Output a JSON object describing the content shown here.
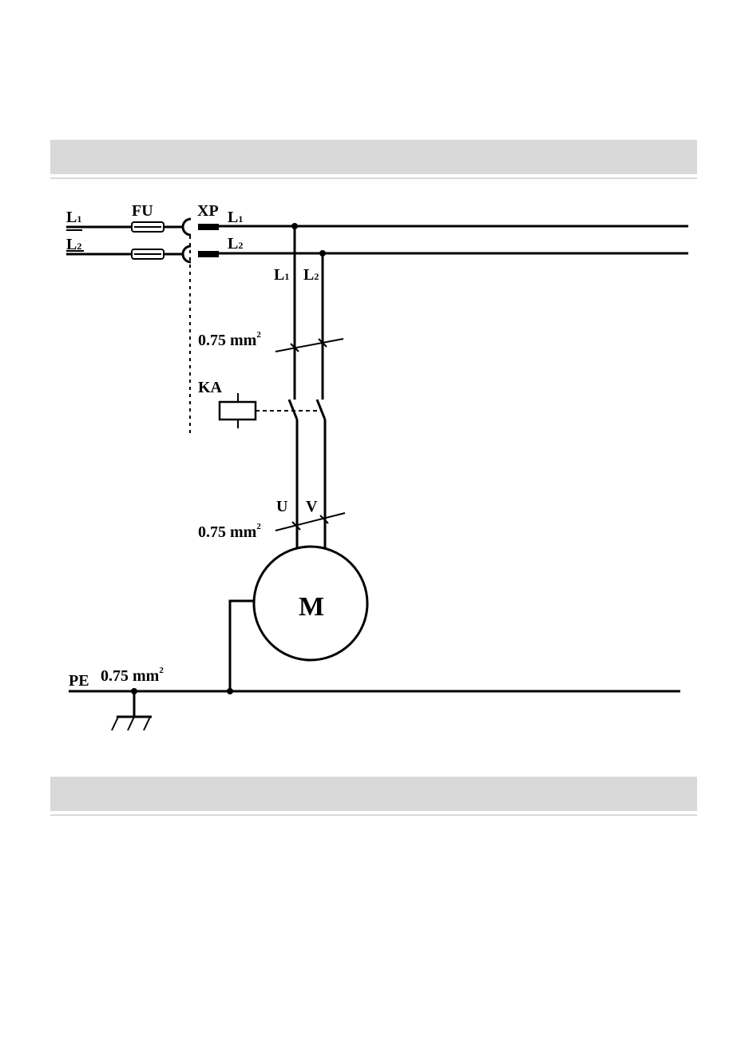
{
  "labels": {
    "line1_in": "L",
    "line1_in_sub": "1",
    "line2_in": "L",
    "line2_in_sub": "2",
    "fuse": "FU",
    "plug": "XP",
    "line1_out": "L",
    "line1_out_sub": "1",
    "line2_out": "L",
    "line2_out_sub": "2",
    "drop1": "L",
    "drop1_sub": "1",
    "drop2": "L",
    "drop2_sub": "2",
    "cable_upper": "0.75 mm",
    "cable_upper_sup": "2",
    "relay": "KA",
    "phase_u": "U",
    "phase_v": "V",
    "cable_lower": "0.75 mm",
    "cable_lower_sup": "2",
    "motor": "M",
    "pe": "PE",
    "cable_pe": "0.75 mm",
    "cable_pe_sup": "2"
  },
  "colors": {
    "band": "#d9d9d9",
    "ink": "#000000"
  }
}
